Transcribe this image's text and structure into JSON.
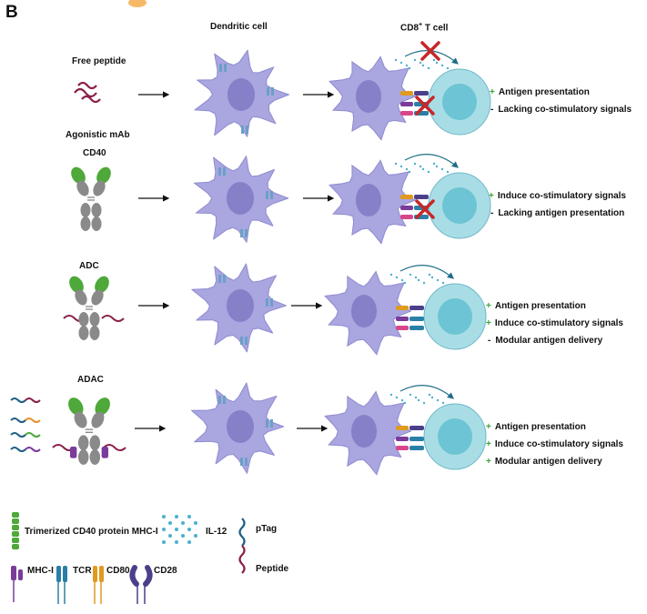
{
  "panel_label": "B",
  "headers": {
    "dendritic_cell": "Dendritic cell",
    "tcell_prefix": "CD8",
    "tcell_sup": "+",
    "tcell_suffix": " T cell"
  },
  "rows": [
    {
      "labels": [
        "Free peptide"
      ],
      "outcomes": [
        {
          "sign": "+",
          "text": "Antigen presentation"
        },
        {
          "sign": "-",
          "text": "Lacking co-stimulatory signals"
        }
      ]
    },
    {
      "labels": [
        "Agonistic mAb",
        "CD40"
      ],
      "outcomes": [
        {
          "sign": "+",
          "text": "Induce co-stimulatory signals"
        },
        {
          "sign": "-",
          "text": "Lacking antigen presentation"
        }
      ]
    },
    {
      "labels": [
        "ADC"
      ],
      "outcomes": [
        {
          "sign": "+",
          "text": "Antigen presentation"
        },
        {
          "sign": "+",
          "text": "Induce co-stimulatory signals"
        },
        {
          "sign": "-",
          "text": "Modular antigen delivery"
        }
      ]
    },
    {
      "labels": [
        "ADAC"
      ],
      "outcomes": [
        {
          "sign": "+",
          "text": "Antigen presentation"
        },
        {
          "sign": "+",
          "text": "Induce co-stimulatory signals"
        },
        {
          "sign": "+",
          "text": "Modular antigen delivery"
        }
      ]
    }
  ],
  "legend": {
    "cd40_protein": "Trimerized CD40 protein MHC-I",
    "il12": "IL-12",
    "ptag": "pTag",
    "peptide": "Peptide",
    "mhc1": "MHC-I",
    "tcr": "TCR",
    "cd80": "CD80",
    "cd28": "CD28"
  },
  "colors": {
    "dc_body": "#a9a6e0",
    "dc_nucleus": "#8580c8",
    "tcell_body": "#a9dde6",
    "tcell_nucleus": "#6cc4d4",
    "antibody_fab": "#4ea83a",
    "antibody_fc": "#8a8a8a",
    "peptide": "#8a1f4a",
    "ptag": "#1f5f86",
    "mhc1": "#7a3b9a",
    "tcr": "#2a7fa8",
    "cd80": "#e09a20",
    "cd28": "#4a3f8a",
    "il12": "#4bb0d0",
    "cross": "#c62828",
    "plus_sign": "#3aa23a"
  }
}
